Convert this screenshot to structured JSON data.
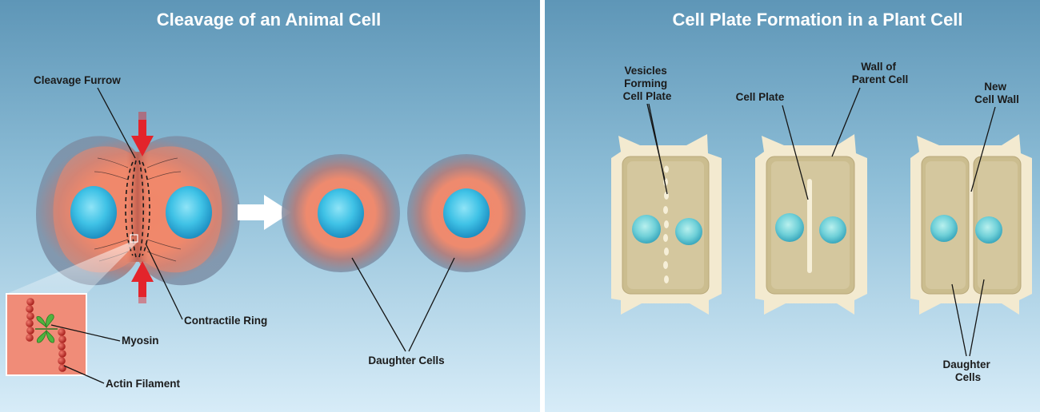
{
  "panels": {
    "animal": {
      "title": "Cleavage of an Animal Cell",
      "labels": {
        "cleavage_furrow": "Cleavage Furrow",
        "contractile_ring": "Contractile Ring",
        "myosin": "Myosin",
        "actin_filament": "Actin Filament",
        "daughter_cells": "Daughter Cells"
      }
    },
    "plant": {
      "title": "Cell Plate Formation in a Plant Cell",
      "labels": {
        "vesicles": [
          "Vesicles",
          "Forming",
          "Cell Plate"
        ],
        "cell_plate": "Cell Plate",
        "wall_of_parent": [
          "Wall of",
          "Parent Cell"
        ],
        "new_cell_wall": [
          "New",
          "Cell Wall"
        ],
        "daughter_cells": [
          "Daughter",
          "Cells"
        ]
      }
    }
  },
  "colors": {
    "background_top": "#5f97b8",
    "background_bottom": "#d6ecf8",
    "cytoplasm": "#f0876a",
    "nucleus": "#3cc4e8",
    "arrow_red": "#e3242b",
    "plant_cytoplasm": "#cbbd8f",
    "plant_wall": "#f3ead0"
  }
}
